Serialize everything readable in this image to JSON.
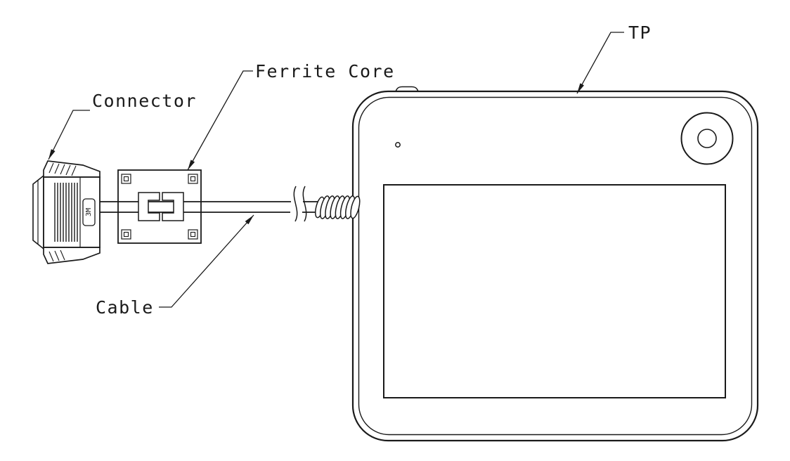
{
  "diagram": {
    "labels": {
      "connector": "Connector",
      "ferrite_core": "Ferrite Core",
      "cable": "Cable",
      "tp": "TP"
    },
    "connector_marking": "3M",
    "colors": {
      "line": "#1a1a1a",
      "background": "#ffffff"
    }
  }
}
